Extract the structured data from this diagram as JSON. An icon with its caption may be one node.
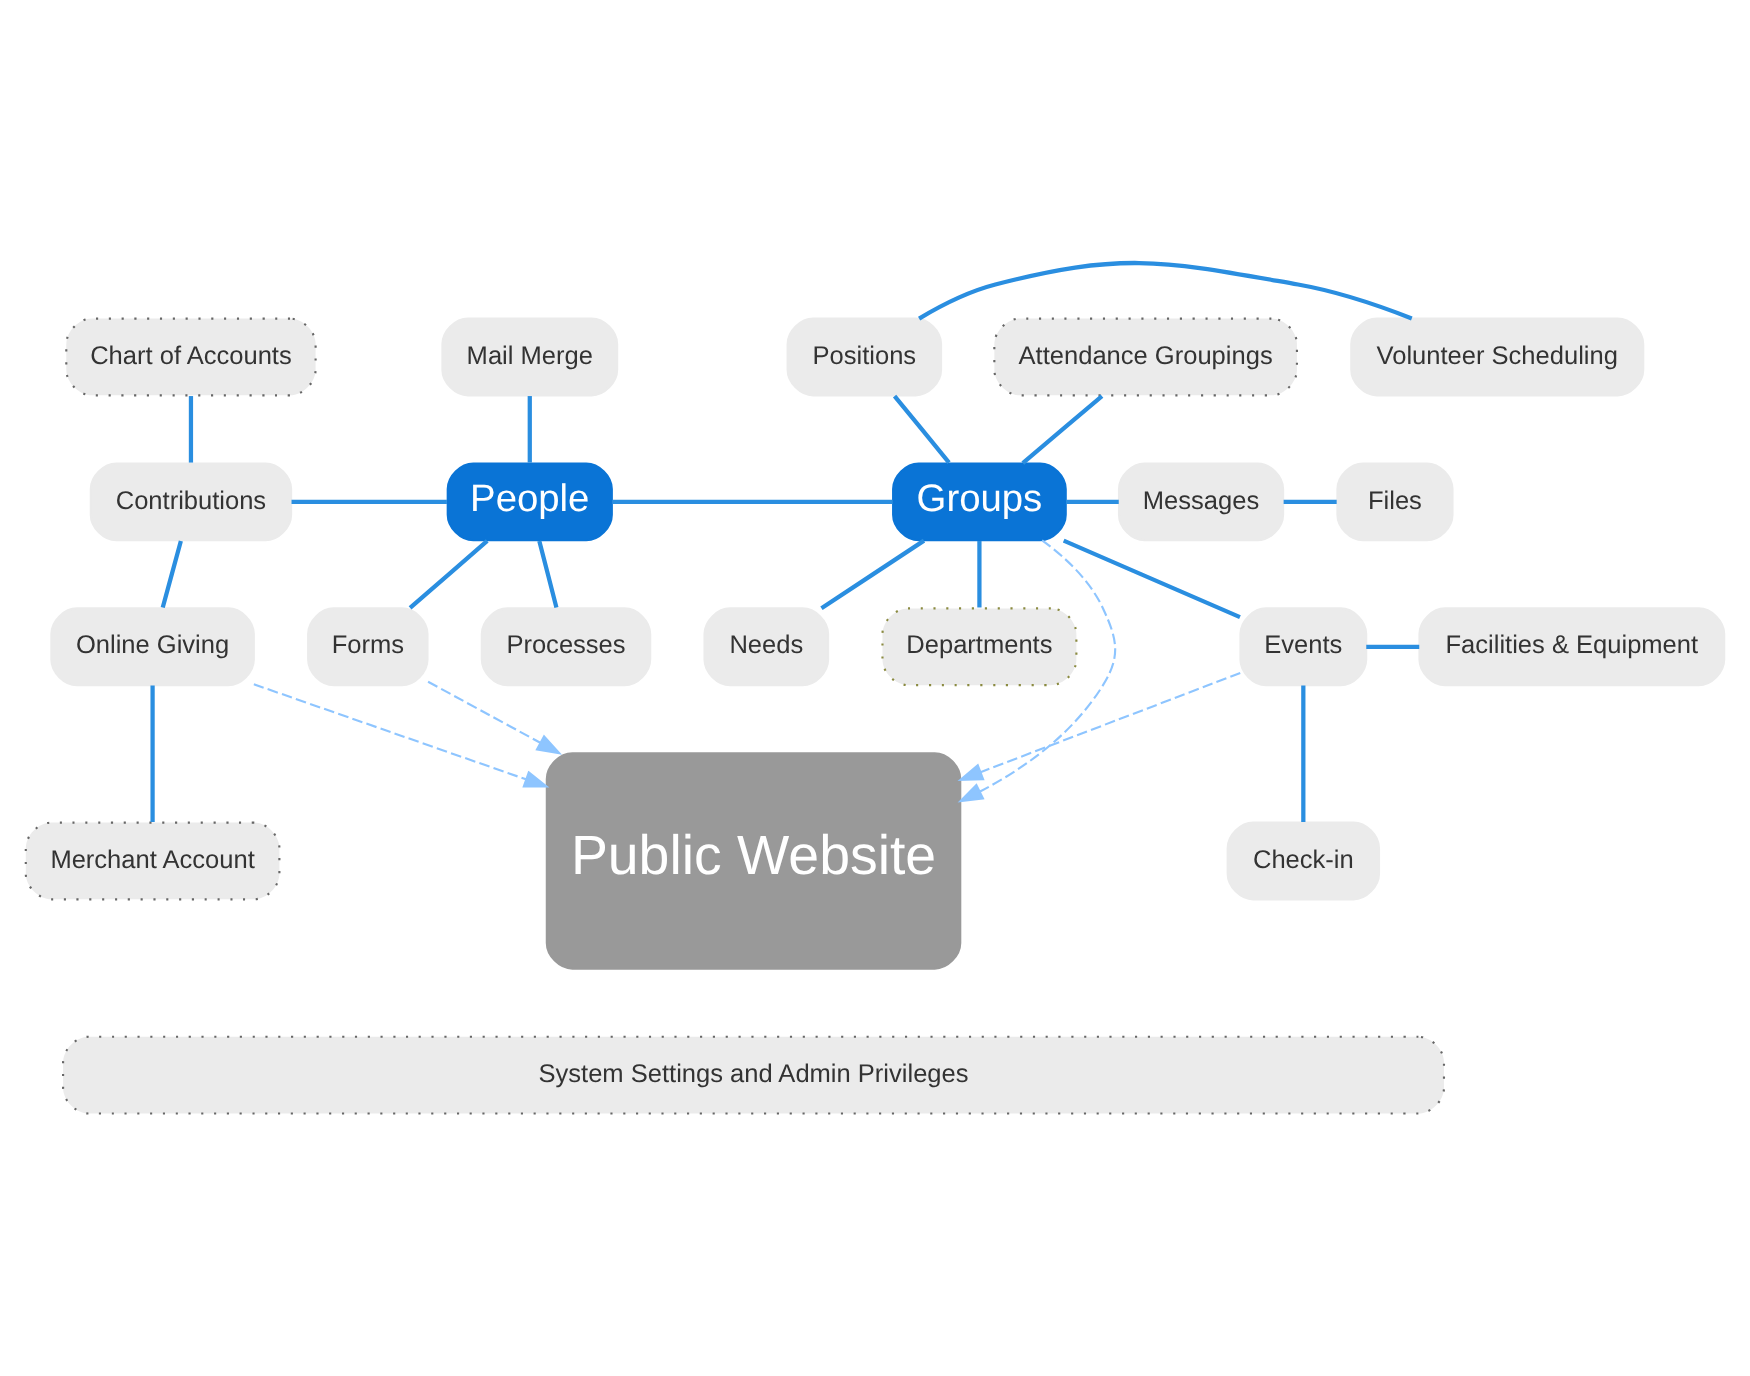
{
  "diagram": {
    "nodes": [
      {
        "text": [
          "Chart of Accounts"
        ]
      },
      {
        "text": [
          "Mail Merge"
        ]
      },
      {
        "text": [
          "Attendance Groupings"
        ]
      },
      {
        "text": [
          "Needs"
        ]
      },
      {
        "text": [
          "Positions"
        ]
      },
      {
        "text": [
          "Volunteer Scheduling"
        ]
      },
      {
        "text": [
          "Contributions"
        ]
      },
      {
        "text": [
          "People"
        ]
      },
      {
        "text": [
          "Groups"
        ]
      },
      {
        "text": [
          "Messages"
        ]
      },
      {
        "text": [
          "Files"
        ]
      },
      {
        "text": [
          "Online Giving"
        ]
      },
      {
        "text": [
          "Processes"
        ]
      },
      {
        "text": [
          "Forms"
        ]
      },
      {
        "text": [
          "Departments"
        ]
      },
      {
        "text": [
          "Events"
        ]
      },
      {
        "text": [
          "Facilities & Equipment"
        ]
      },
      {
        "text": [
          "Check-in"
        ]
      },
      {
        "text": [
          "Merchant Account"
        ]
      },
      {
        "text": [
          "Public Website"
        ]
      },
      {
        "text": [
          "System Settings and Admin Privileges"
        ]
      }
    ],
    "edges": [
      {
        "from": 0,
        "to": 6,
        "arrow": "none"
      },
      {
        "from": 6,
        "to": 7,
        "arrow": "none"
      },
      {
        "from": 6,
        "to": 11,
        "arrow": "none"
      },
      {
        "from": 11,
        "to": 18,
        "arrow": "none"
      },
      {
        "from": 1,
        "to": 7,
        "arrow": "none"
      },
      {
        "from": 7,
        "to": 8,
        "arrow": "none"
      },
      {
        "from": 7,
        "to": 12,
        "arrow": "none"
      },
      {
        "from": 7,
        "to": 13,
        "arrow": "none"
      },
      {
        "from": 2,
        "to": 8,
        "arrow": "none"
      },
      {
        "from": 8,
        "to": 14,
        "arrow": "none"
      },
      {
        "from": 8,
        "to": 3,
        "arrow": "none"
      },
      {
        "from": 8,
        "to": 4,
        "arrow": "none"
      },
      {
        "from": 8,
        "to": 9,
        "arrow": "none"
      },
      {
        "from": 8,
        "to": 15,
        "arrow": "none"
      },
      {
        "from": 4,
        "to": 5,
        "arrow": "none"
      },
      {
        "from": 9,
        "to": 10,
        "arrow": "none"
      },
      {
        "from": 15,
        "to": 16,
        "arrow": "none"
      },
      {
        "from": 15,
        "to": 17,
        "arrow": "none"
      },
      {
        "from": 11,
        "to": 19,
        "arrow": "to",
        "style": "dashed",
        "color": "#8ec5ff"
      },
      {
        "from": 13,
        "to": 19,
        "arrow": "to",
        "style": "dashed",
        "color": "#8ec5ff"
      },
      {
        "from": 8,
        "to": 19,
        "arrow": "to",
        "style": "dashed",
        "color": "#8ec5ff"
      },
      {
        "from": 15,
        "to": 19,
        "arrow": "to",
        "style": "dashed",
        "color": "#8ec5ff"
      }
    ]
  }
}
